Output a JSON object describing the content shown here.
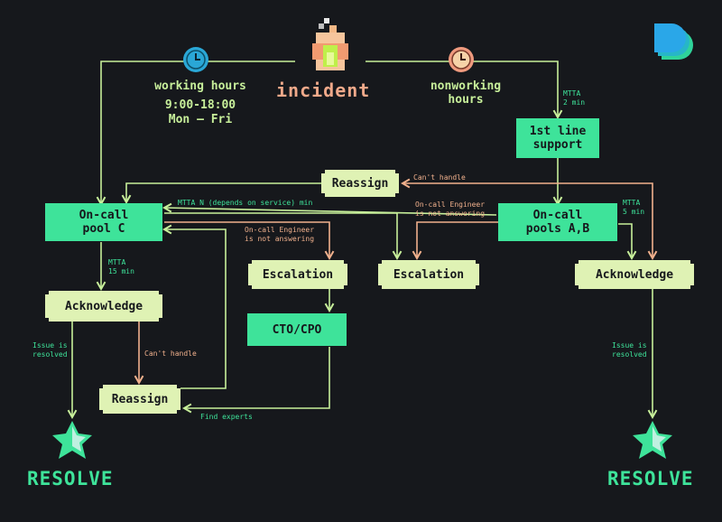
{
  "title": "incident",
  "working": {
    "label": "working hours",
    "time": "9:00-18:00",
    "days": "Mon — Fri"
  },
  "nonworking": {
    "line1": "nonworking",
    "line2": "hours"
  },
  "nodes": {
    "first_line": [
      "1st line",
      "support"
    ],
    "reassign_top": "Reassign",
    "oncall_c": [
      "On-call",
      "pool C"
    ],
    "oncall_ab": [
      "On-call",
      "pools A,B"
    ],
    "escalation_left": "Escalation",
    "escalation_right": "Escalation",
    "cto": "CTO/CPO",
    "acknowledge_left": "Acknowledge",
    "acknowledge_right": "Acknowledge",
    "reassign_bottom": "Reassign"
  },
  "labels": {
    "mtta_2": [
      "MTTA",
      "2 min"
    ],
    "cant_handle_top": "Can't handle",
    "mtta_n": "MTTA N (depends on service) min",
    "not_answering_mid": [
      "On-call Engineer",
      "is not answering"
    ],
    "not_answering_right": [
      "On-call Engineer",
      "is not answering"
    ],
    "mtta_5": [
      "MTTA",
      "5 min"
    ],
    "mtta_15": [
      "MTTA",
      "15 min"
    ],
    "issue_resolved_left": [
      "Issue is",
      "resolved"
    ],
    "cant_handle_bottom": "Can't handle",
    "find_experts": "Find experts",
    "issue_resolved_right": [
      "Issue is",
      "resolved"
    ]
  },
  "resolve": {
    "left": "RESOLVE",
    "right": "RESOLVE"
  },
  "icons": {
    "clock": "clock-icon",
    "fire": "fire-icon",
    "star": "star-icon",
    "logo": "logo-icon"
  },
  "colors": {
    "background": "#16181c",
    "line": "#c7ef9a",
    "escalation_line": "#f0b08c",
    "node_green": "#3ee39a",
    "node_lime": "#dff2b4",
    "clock_face": "#2aa7d6",
    "title": "#f0a98a"
  }
}
